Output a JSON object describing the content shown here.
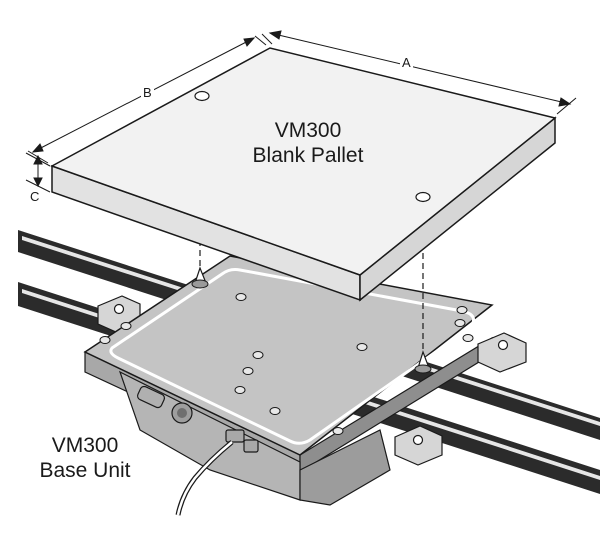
{
  "labels": {
    "pallet_line1": "VM300",
    "pallet_line2": "Blank Pallet",
    "base_line1": "VM300",
    "base_line2": "Base Unit",
    "dim_a": "A",
    "dim_b": "B",
    "dim_c": "C"
  },
  "colors": {
    "outline": "#1a1a1a",
    "pallet_face": "#f2f2f2",
    "pallet_side": "#e4e4e4",
    "base_plate": "#c9c9c9",
    "base_side": "#9a9a9a",
    "rail": "#222222"
  }
}
